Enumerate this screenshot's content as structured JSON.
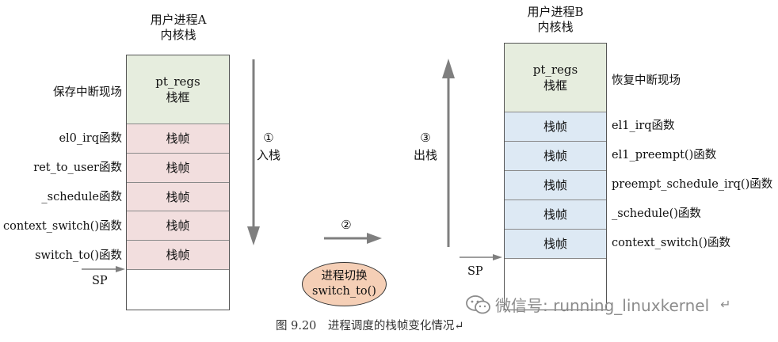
{
  "stack_a": {
    "title_line1": "用户进程A",
    "title_line2": "内核栈",
    "ptregs_line1": "pt_regs",
    "ptregs_line2": "栈框",
    "frames": [
      "栈帧",
      "栈帧",
      "栈帧",
      "栈帧",
      "栈帧"
    ],
    "left_labels": {
      "ptregs": "保存中断现场",
      "f0": "el0_irq函数",
      "f1": "ret_to_user函数",
      "f2": "_schedule函数",
      "f3": "context_switch()函数",
      "f4": "switch_to()函数"
    },
    "sp": "SP"
  },
  "stack_b": {
    "title_line1": "用户进程B",
    "title_line2": "内核栈",
    "ptregs_line1": "pt_regs",
    "ptregs_line2": "栈框",
    "frames": [
      "栈帧",
      "栈帧",
      "栈帧",
      "栈帧",
      "栈帧"
    ],
    "right_labels": {
      "ptregs": "恢复中断现场",
      "f0": "el1_irq函数",
      "f1": "el1_preempt()函数",
      "f2": "preempt_schedule_irq()函数",
      "f3": "_schedule()函数",
      "f4": "context_switch()函数"
    },
    "sp": "SP"
  },
  "steps": {
    "s1_num": "①",
    "s1_text": "入栈",
    "s2_num": "②",
    "s3_num": "③",
    "s3_text": "出栈"
  },
  "switch_ellipse": {
    "line1": "进程切换",
    "line2": "switch_to()"
  },
  "caption": "图 9.20　进程调度的栈帧变化情况↵",
  "watermark": "微信号: running_linuxkernel",
  "watermark_tail": "↵",
  "colors": {
    "ptregs_fill": "#e6edde",
    "frame_a_fill": "#f2dede",
    "frame_b_fill": "#dde9f4",
    "ellipse_fill": "#f5cfb6",
    "arrow_gray": "#7f7f7f"
  }
}
